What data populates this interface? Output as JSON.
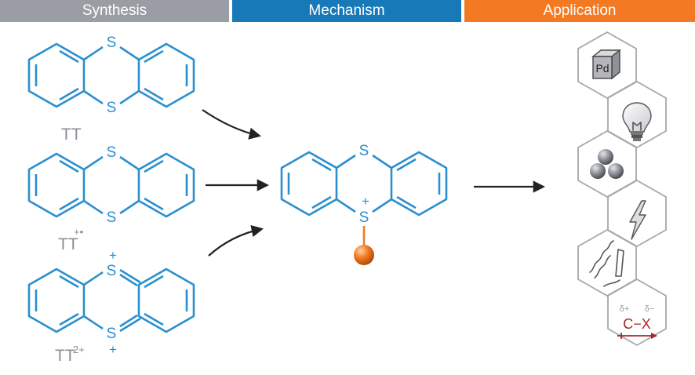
{
  "headers": {
    "synthesis": "Synthesis",
    "mechanism": "Mechanism",
    "application": "Application"
  },
  "molecules": {
    "tt": {
      "label": "TT",
      "s_top": "S",
      "s_bottom": "S"
    },
    "tt_radical": {
      "label": "TT",
      "superscript": "+•",
      "s_top": "S",
      "s_bottom": "S"
    },
    "tt_dication": {
      "label": "TT",
      "superscript": "2+",
      "s_top": "S",
      "s_bottom": "S",
      "charge_top": "+",
      "charge_bottom": "+"
    },
    "product": {
      "s_top": "S",
      "s_bottom": "S",
      "charge": "+"
    }
  },
  "application_icons": {
    "metal_label": "Pd",
    "delta_plus": "δ+",
    "delta_minus": "δ−",
    "bond_text": "C−X"
  },
  "colors": {
    "synthesis": "#9a9da4",
    "mechanism": "#1779b8",
    "application": "#f37a22",
    "molecule": "#2a8fcf",
    "substituent": "#f37a22",
    "bond_red": "#a8262b"
  }
}
